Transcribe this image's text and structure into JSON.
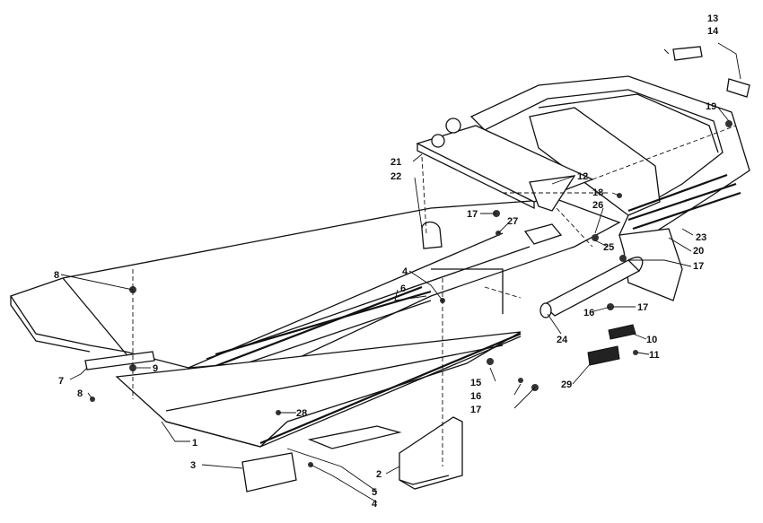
{
  "callouts": [
    "1",
    "2",
    "3",
    "4",
    "4",
    "5",
    "6",
    "7",
    "8",
    "8",
    "9",
    "10",
    "11",
    "12",
    "13",
    "14",
    "15",
    "16",
    "16",
    "17",
    "17",
    "17",
    "17",
    "18",
    "19",
    "20",
    "21",
    "22",
    "23",
    "24",
    "25",
    "26",
    "27",
    "28",
    "29"
  ],
  "colors": {
    "ink": "#111111",
    "paper": "#ffffff"
  }
}
